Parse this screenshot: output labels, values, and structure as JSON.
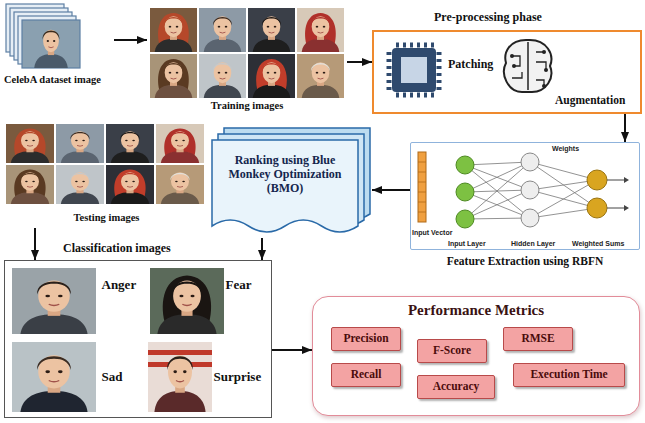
{
  "diagram": {
    "nodes": [
      {
        "text": [
          "CelebA dataset image"
        ]
      },
      {
        "text": [
          "Training images"
        ]
      },
      {
        "text": [
          "Pre-processing phase"
        ]
      },
      {
        "text": [
          "Patching"
        ],
        "in": 2
      },
      {
        "text": [
          "Augmentation"
        ],
        "in": 2
      },
      {
        "text": [
          "Testing images"
        ]
      },
      {
        "text": [
          "Ranking using Blue Monkey Optimization (BMO)"
        ]
      },
      {
        "text": [
          "Feature Extraction using RBFN"
        ]
      },
      {
        "text": [
          "Classification images"
        ]
      },
      {
        "text": [
          "Anger"
        ],
        "in": 8
      },
      {
        "text": [
          "Fear"
        ],
        "in": 8
      },
      {
        "text": [
          "Sad"
        ],
        "in": 8
      },
      {
        "text": [
          "Surprise"
        ],
        "in": 8
      },
      {
        "text": [
          "Performance Metrics"
        ]
      },
      {
        "text": [
          "Precision"
        ],
        "in": 13
      },
      {
        "text": [
          "F-Score"
        ],
        "in": 13
      },
      {
        "text": [
          "RMSE"
        ],
        "in": 13
      },
      {
        "text": [
          "Recall"
        ],
        "in": 13
      },
      {
        "text": [
          "Accuracy"
        ],
        "in": 13
      },
      {
        "text": [
          "Execution Time"
        ],
        "in": 13
      }
    ],
    "edges": [
      {
        "from": 0,
        "to": 1,
        "arrow": "to"
      },
      {
        "from": 1,
        "to": 2,
        "arrow": "to"
      },
      {
        "from": 2,
        "to": 7,
        "arrow": "to"
      },
      {
        "from": 7,
        "to": 6,
        "arrow": "to"
      },
      {
        "from": 6,
        "to": 8,
        "arrow": "to"
      },
      {
        "from": 5,
        "to": 8,
        "arrow": "to"
      },
      {
        "from": 8,
        "to": 13,
        "arrow": "to"
      }
    ],
    "labels": [
      "Weights",
      "Input Vector",
      "Input Layer",
      "Hidden Layer",
      "Weighted Sums"
    ]
  }
}
